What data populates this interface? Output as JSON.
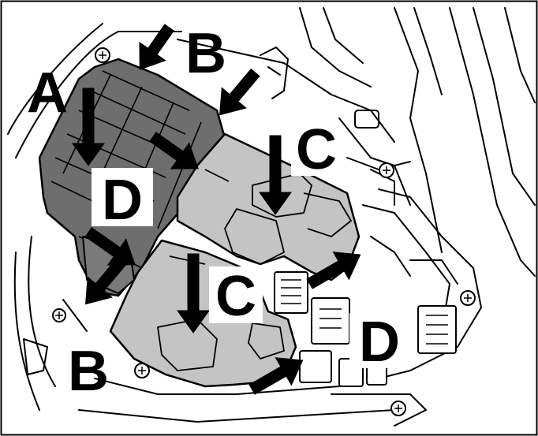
{
  "diagram": {
    "callouts": [
      {
        "id": "A",
        "text": "A"
      },
      {
        "id": "B_top",
        "text": "B"
      },
      {
        "id": "C_upper",
        "text": "C"
      },
      {
        "id": "D_left",
        "text": "D"
      },
      {
        "id": "C_lower",
        "text": "C"
      },
      {
        "id": "D_right",
        "text": "D"
      },
      {
        "id": "B_bottom",
        "text": "B"
      }
    ],
    "colors": {
      "dark_component": "#6e6e6e",
      "light_component": "#c4c4c4",
      "line": "#000000",
      "background": "#ffffff"
    }
  }
}
